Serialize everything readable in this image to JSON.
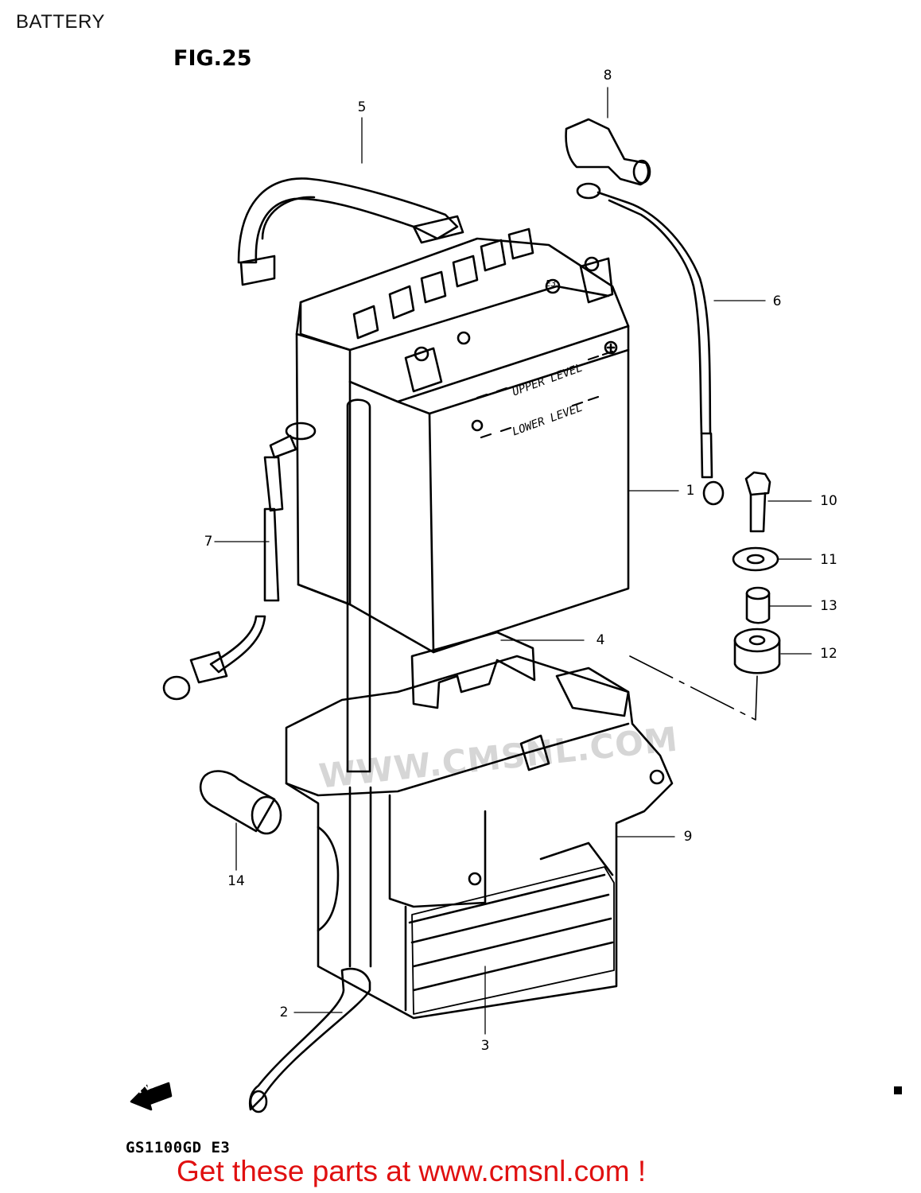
{
  "header": {
    "title": "BATTERY",
    "figure": "FIG.25"
  },
  "diagram": {
    "callouts": [
      {
        "id": "1",
        "label": "1"
      },
      {
        "id": "2",
        "label": "2"
      },
      {
        "id": "3",
        "label": "3"
      },
      {
        "id": "4",
        "label": "4"
      },
      {
        "id": "5",
        "label": "5"
      },
      {
        "id": "6",
        "label": "6"
      },
      {
        "id": "7",
        "label": "7"
      },
      {
        "id": "8",
        "label": "8"
      },
      {
        "id": "9",
        "label": "9"
      },
      {
        "id": "10",
        "label": "10"
      },
      {
        "id": "11",
        "label": "11"
      },
      {
        "id": "12",
        "label": "12"
      },
      {
        "id": "13",
        "label": "13"
      },
      {
        "id": "14",
        "label": "14"
      }
    ],
    "battery_marks": {
      "upper": "UPPER LEVEL",
      "lower": "LOWER LEVEL",
      "badge": "E3"
    },
    "direction_arrow": "FWD",
    "watermark": "WWW.CMSNL.COM"
  },
  "footer": {
    "model_code": "GS1100GD  E3",
    "call_to_action": "Get these parts at www.cmsnl.com !"
  }
}
